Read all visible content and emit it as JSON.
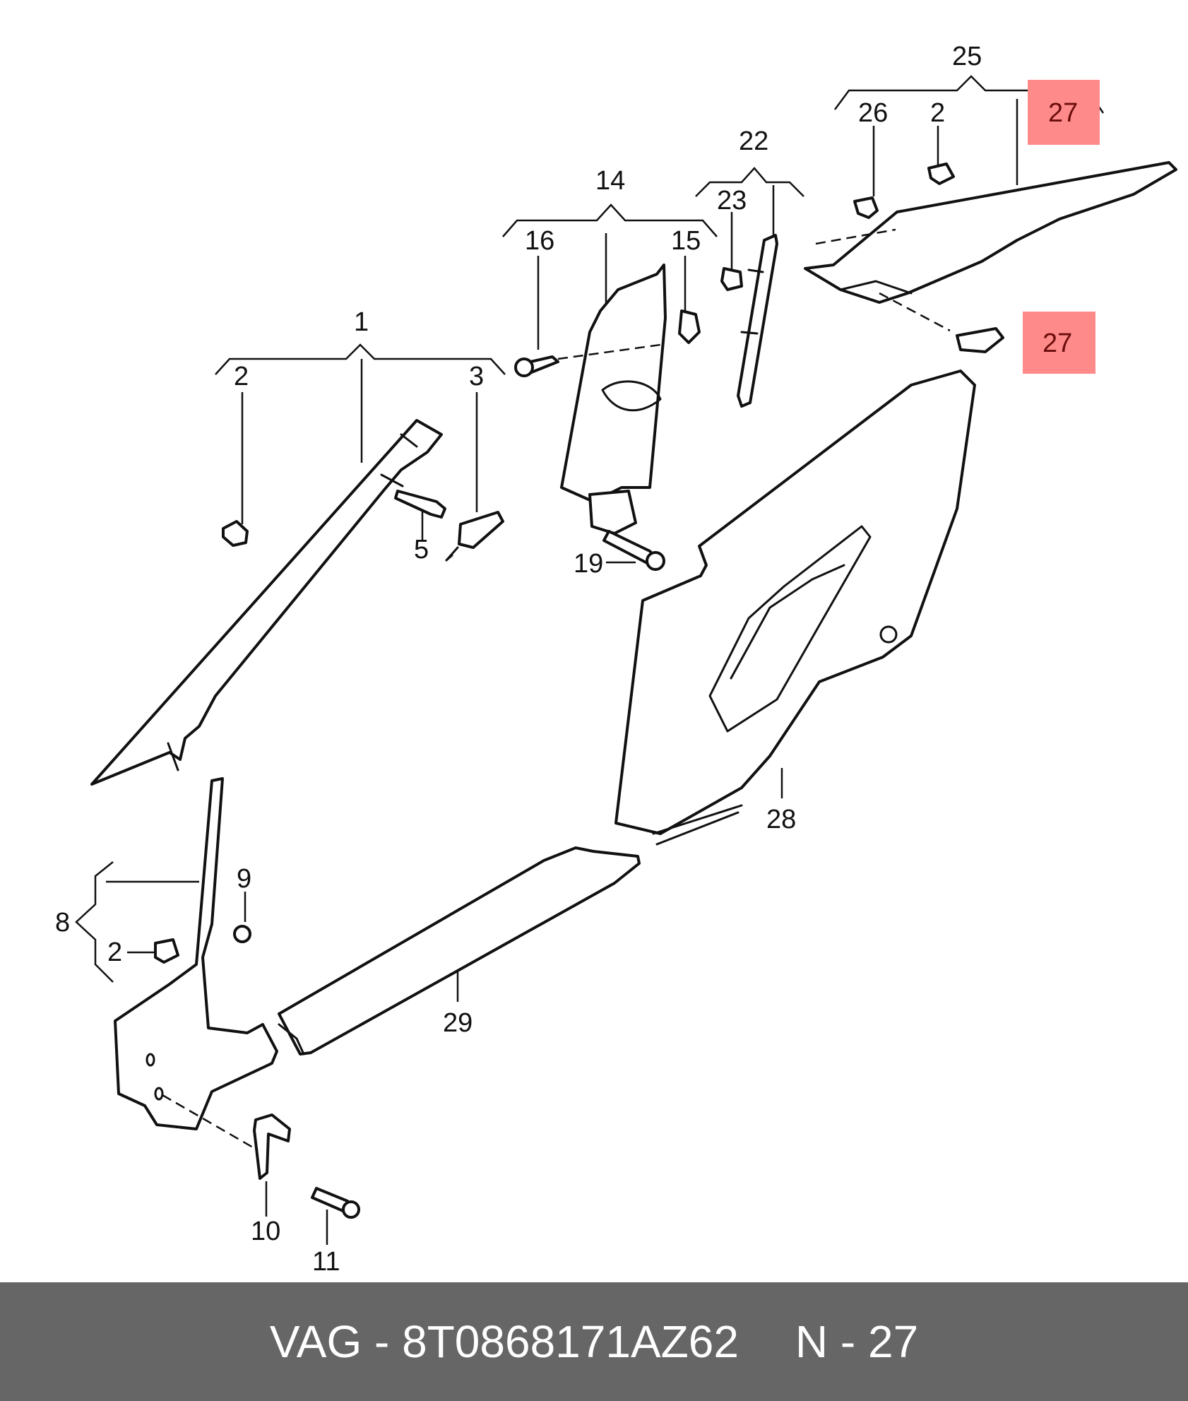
{
  "callouts": {
    "c1": "1",
    "c2a": "2",
    "c3": "3",
    "c5": "5",
    "c8": "8",
    "c2c": "2",
    "c9": "9",
    "c10": "10",
    "c11": "11",
    "c14": "14",
    "c15": "15",
    "c16": "16",
    "c19": "19",
    "c22": "22",
    "c23": "23",
    "c25": "25",
    "c26": "26",
    "c2b": "2",
    "c27a": "27",
    "c27b": "27",
    "c28": "28",
    "c29": "29"
  },
  "highlight_color": "#ff8a8a",
  "footer": {
    "part_ref": "VAG - 8T0868171AZ62",
    "position": "N - 27"
  }
}
